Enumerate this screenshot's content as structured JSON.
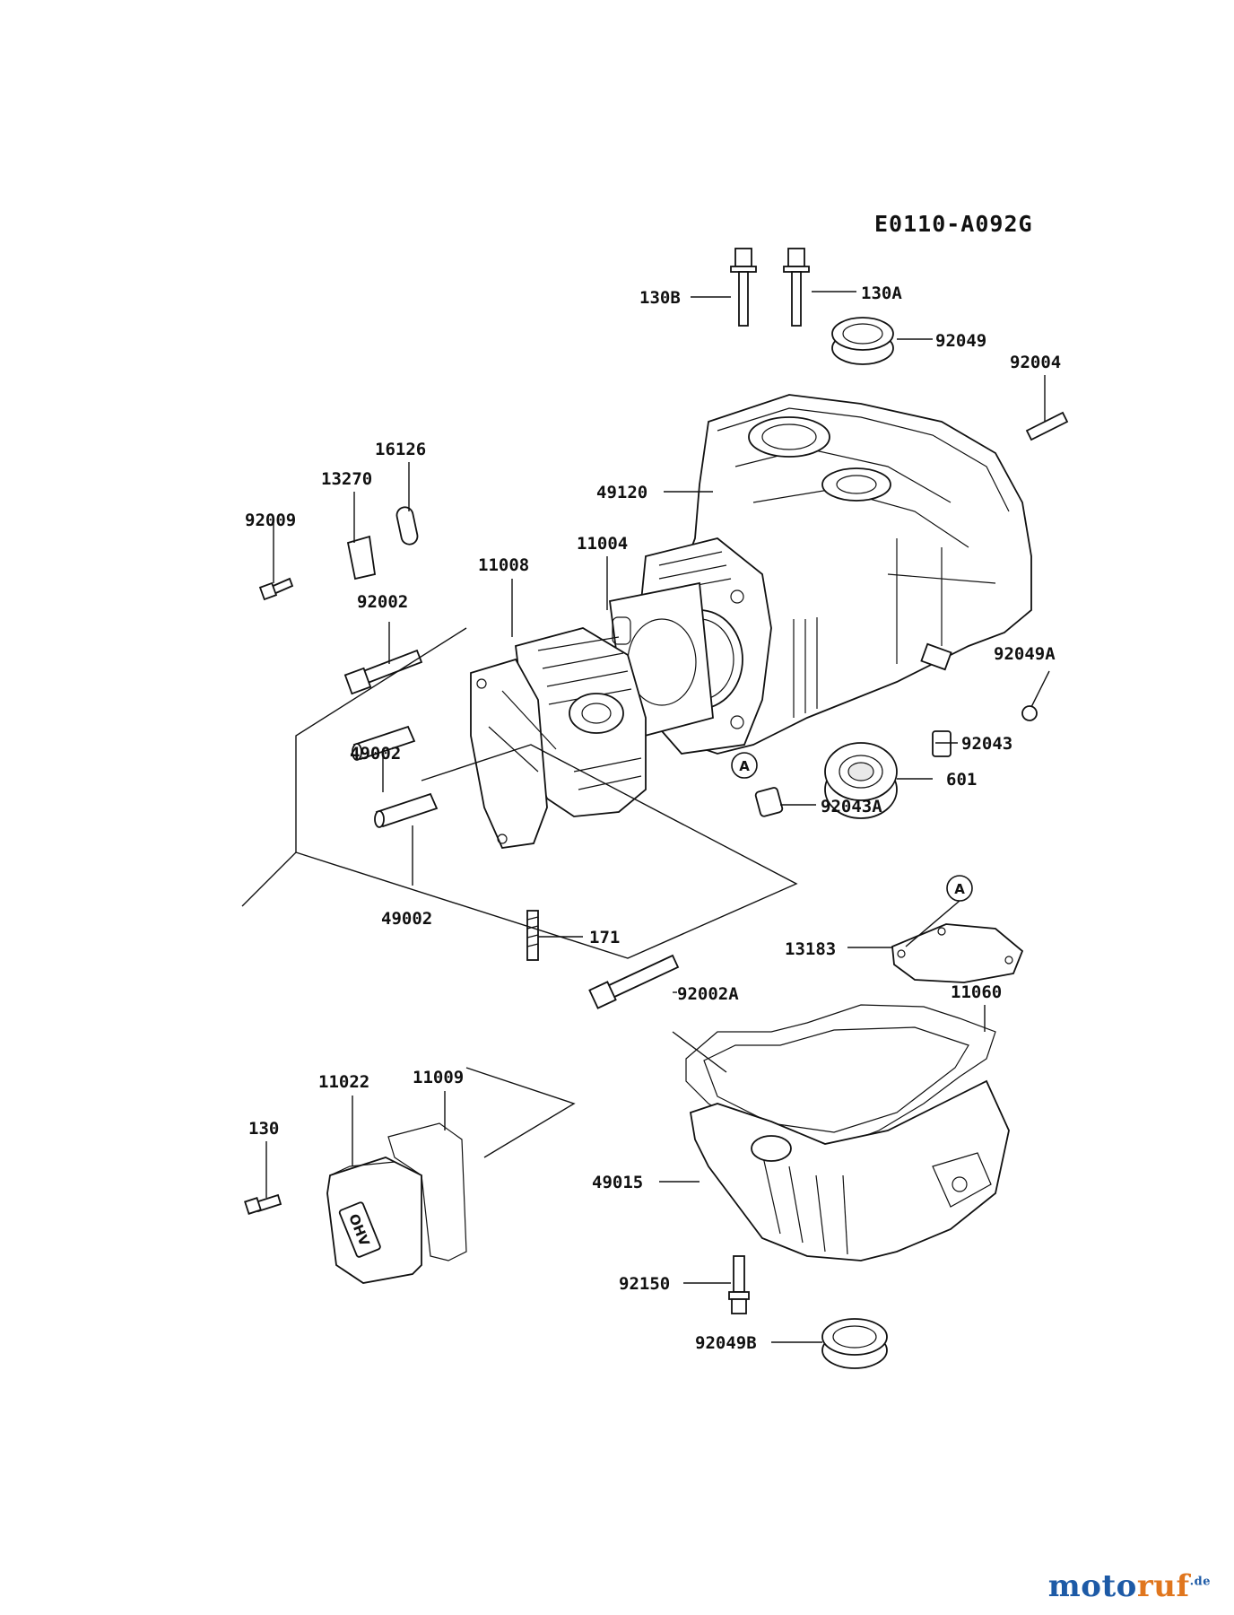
{
  "diagram_code": "E0110-A092G",
  "parts": [
    {
      "label": "130B"
    },
    {
      "label": "130A"
    },
    {
      "label": "92049"
    },
    {
      "label": "92004"
    },
    {
      "label": "49120"
    },
    {
      "label": "16126"
    },
    {
      "label": "13270"
    },
    {
      "label": "92009"
    },
    {
      "label": "11004"
    },
    {
      "label": "11008"
    },
    {
      "label": "92002"
    },
    {
      "label": "92049A"
    },
    {
      "label": "49002"
    },
    {
      "label": "92043"
    },
    {
      "label": "601"
    },
    {
      "label": "92043A"
    },
    {
      "label": "49002"
    },
    {
      "label": "171"
    },
    {
      "label": "13183"
    },
    {
      "label": "92002A"
    },
    {
      "label": "11060"
    },
    {
      "label": "11022"
    },
    {
      "label": "11009"
    },
    {
      "label": "130"
    },
    {
      "label": "49015"
    },
    {
      "label": "92150"
    },
    {
      "label": "92049B"
    }
  ],
  "callouts": [
    {
      "letter": "A"
    },
    {
      "letter": "A"
    }
  ],
  "valve_cover_badge": "OHV",
  "watermark": {
    "part1": "moto",
    "part2": "ruf",
    "suffix": ".de"
  }
}
